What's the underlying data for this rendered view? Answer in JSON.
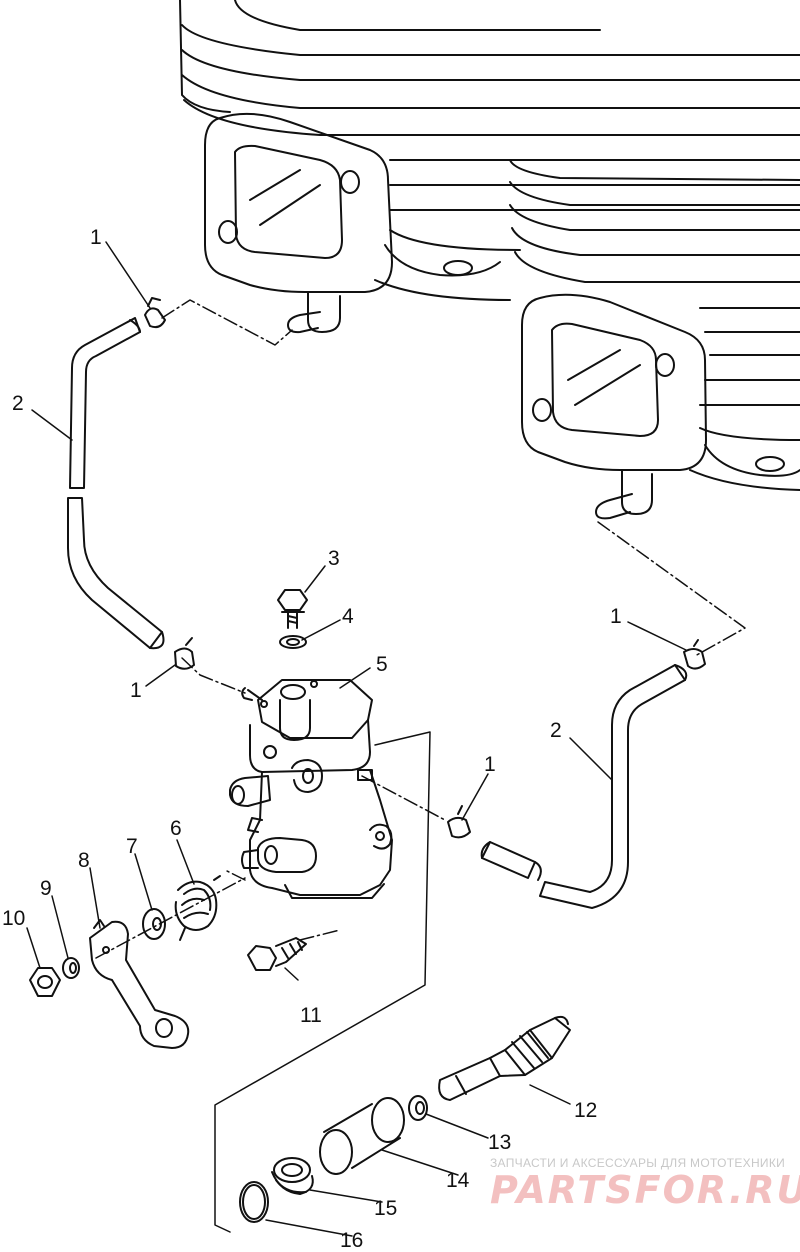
{
  "callouts": {
    "c1": "1",
    "c2": "2",
    "c3": "3",
    "c4": "4",
    "c5": "5",
    "c6": "6",
    "c7": "7",
    "c8": "8",
    "c9": "9",
    "c10": "10",
    "c11": "11",
    "c12": "12",
    "c13": "13",
    "c14": "14",
    "c15": "15",
    "c16": "16"
  },
  "watermark": {
    "caption": "ЗАПЧАСТИ И АКСЕССУАРЫ ДЛЯ МОТОТЕХНИКИ",
    "logo": "PARTSFOR.RU",
    "color": "#f3c0c0"
  }
}
